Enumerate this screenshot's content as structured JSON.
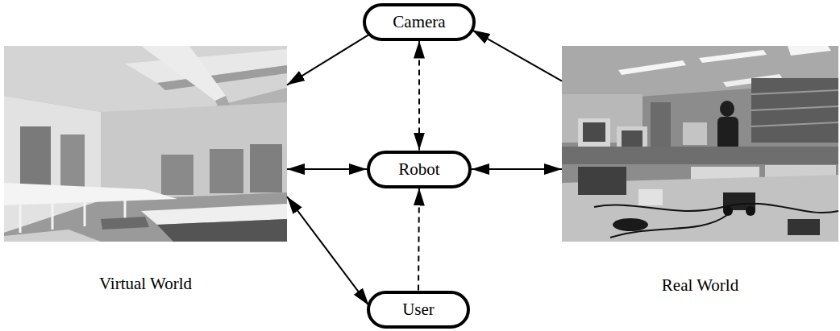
{
  "diagram": {
    "nodes": [
      {
        "text": [
          "Virtual World"
        ]
      },
      {
        "text": [
          "Camera"
        ]
      },
      {
        "text": [
          "Robot"
        ]
      },
      {
        "text": [
          "User"
        ]
      },
      {
        "text": [
          "Real World"
        ]
      }
    ],
    "edges": [
      {
        "from": 1,
        "to": 0,
        "arrow": "to"
      },
      {
        "from": 1,
        "to": 2,
        "arrow": "both"
      },
      {
        "from": 0,
        "to": 2,
        "arrow": "both"
      },
      {
        "from": 2,
        "to": 4,
        "arrow": "both"
      },
      {
        "from": 4,
        "to": 1,
        "arrow": "to"
      },
      {
        "from": 3,
        "to": 2,
        "arrow": "to"
      },
      {
        "from": 0,
        "to": 3,
        "arrow": "both"
      }
    ]
  }
}
